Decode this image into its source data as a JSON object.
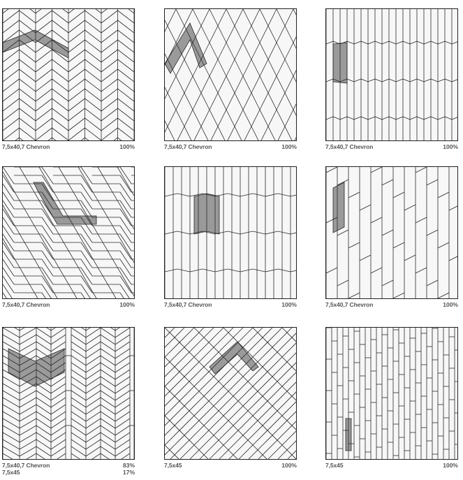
{
  "colors": {
    "tile": "#f7f7f7",
    "joint": "#2a2a2a",
    "highlight": "#9a9a9a"
  },
  "layouts": [
    {
      "id": "l1",
      "lines": [
        {
          "name": "7,5x40,7 Chevron",
          "percent": "100%"
        }
      ]
    },
    {
      "id": "l2",
      "lines": [
        {
          "name": "7,5x40,7 Chevron",
          "percent": "100%"
        }
      ]
    },
    {
      "id": "l3",
      "lines": [
        {
          "name": "7,5x40,7 Chevron",
          "percent": "100%"
        }
      ]
    },
    {
      "id": "l4",
      "lines": [
        {
          "name": "7,5x40,7 Chevron",
          "percent": "100%"
        }
      ]
    },
    {
      "id": "l5",
      "lines": [
        {
          "name": "7,5x40,7 Chevron",
          "percent": "100%"
        }
      ]
    },
    {
      "id": "l6",
      "lines": [
        {
          "name": "7,5x40,7 Chevron",
          "percent": "100%"
        }
      ]
    },
    {
      "id": "l7",
      "lines": [
        {
          "name": "7,5x40,7 Chevron",
          "percent": "83%"
        },
        {
          "name": "7,5x45",
          "percent": "17%"
        }
      ]
    },
    {
      "id": "l8",
      "lines": [
        {
          "name": "7,5x45",
          "percent": "100%"
        }
      ]
    },
    {
      "id": "l9",
      "lines": [
        {
          "name": "7,5x45",
          "percent": "100%"
        }
      ]
    }
  ]
}
